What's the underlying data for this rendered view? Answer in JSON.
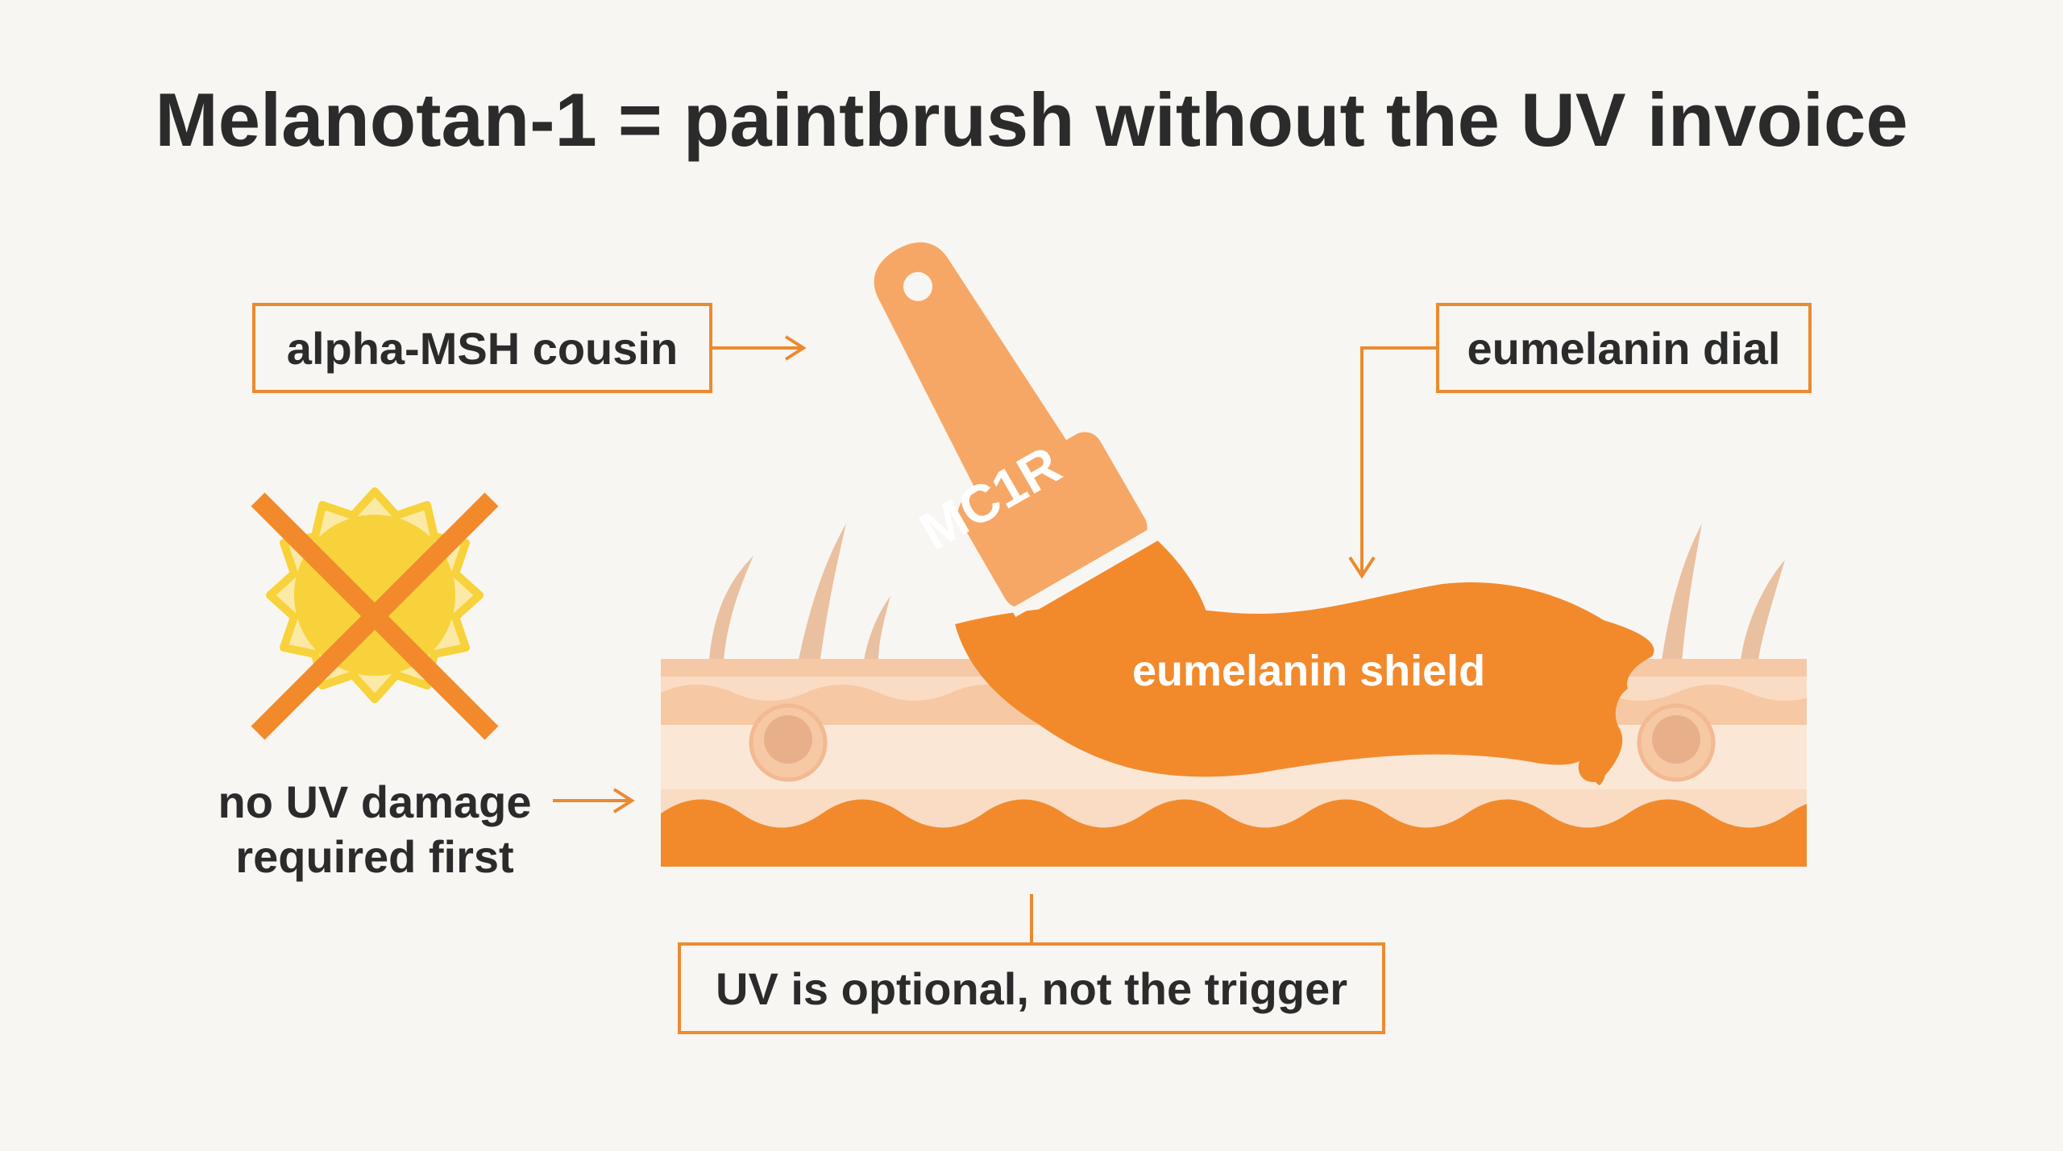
{
  "title": "Melanotan-1 = paintbrush without the UV invoice",
  "labels": {
    "alpha_msh": "alpha-MSH cousin",
    "eumelanin_dial": "eumelanin dial",
    "brush_receptor": "MC1R",
    "shield": "eumelanin shield",
    "no_uv_line1": "no UV damage",
    "no_uv_line2": "required first",
    "uv_optional": "UV is optional, not the trigger"
  },
  "icons": {
    "sun": "crossed-out-sun-icon",
    "brush": "paintbrush-icon"
  },
  "colors": {
    "accent": "#ec8a2f",
    "brush_light": "#f7a765",
    "paint": "#f28a2c",
    "skin_light": "#f9dcc3",
    "sun_yellow": "#f7d23a",
    "text": "#2b2b2b",
    "background": "#f8f6f2"
  }
}
